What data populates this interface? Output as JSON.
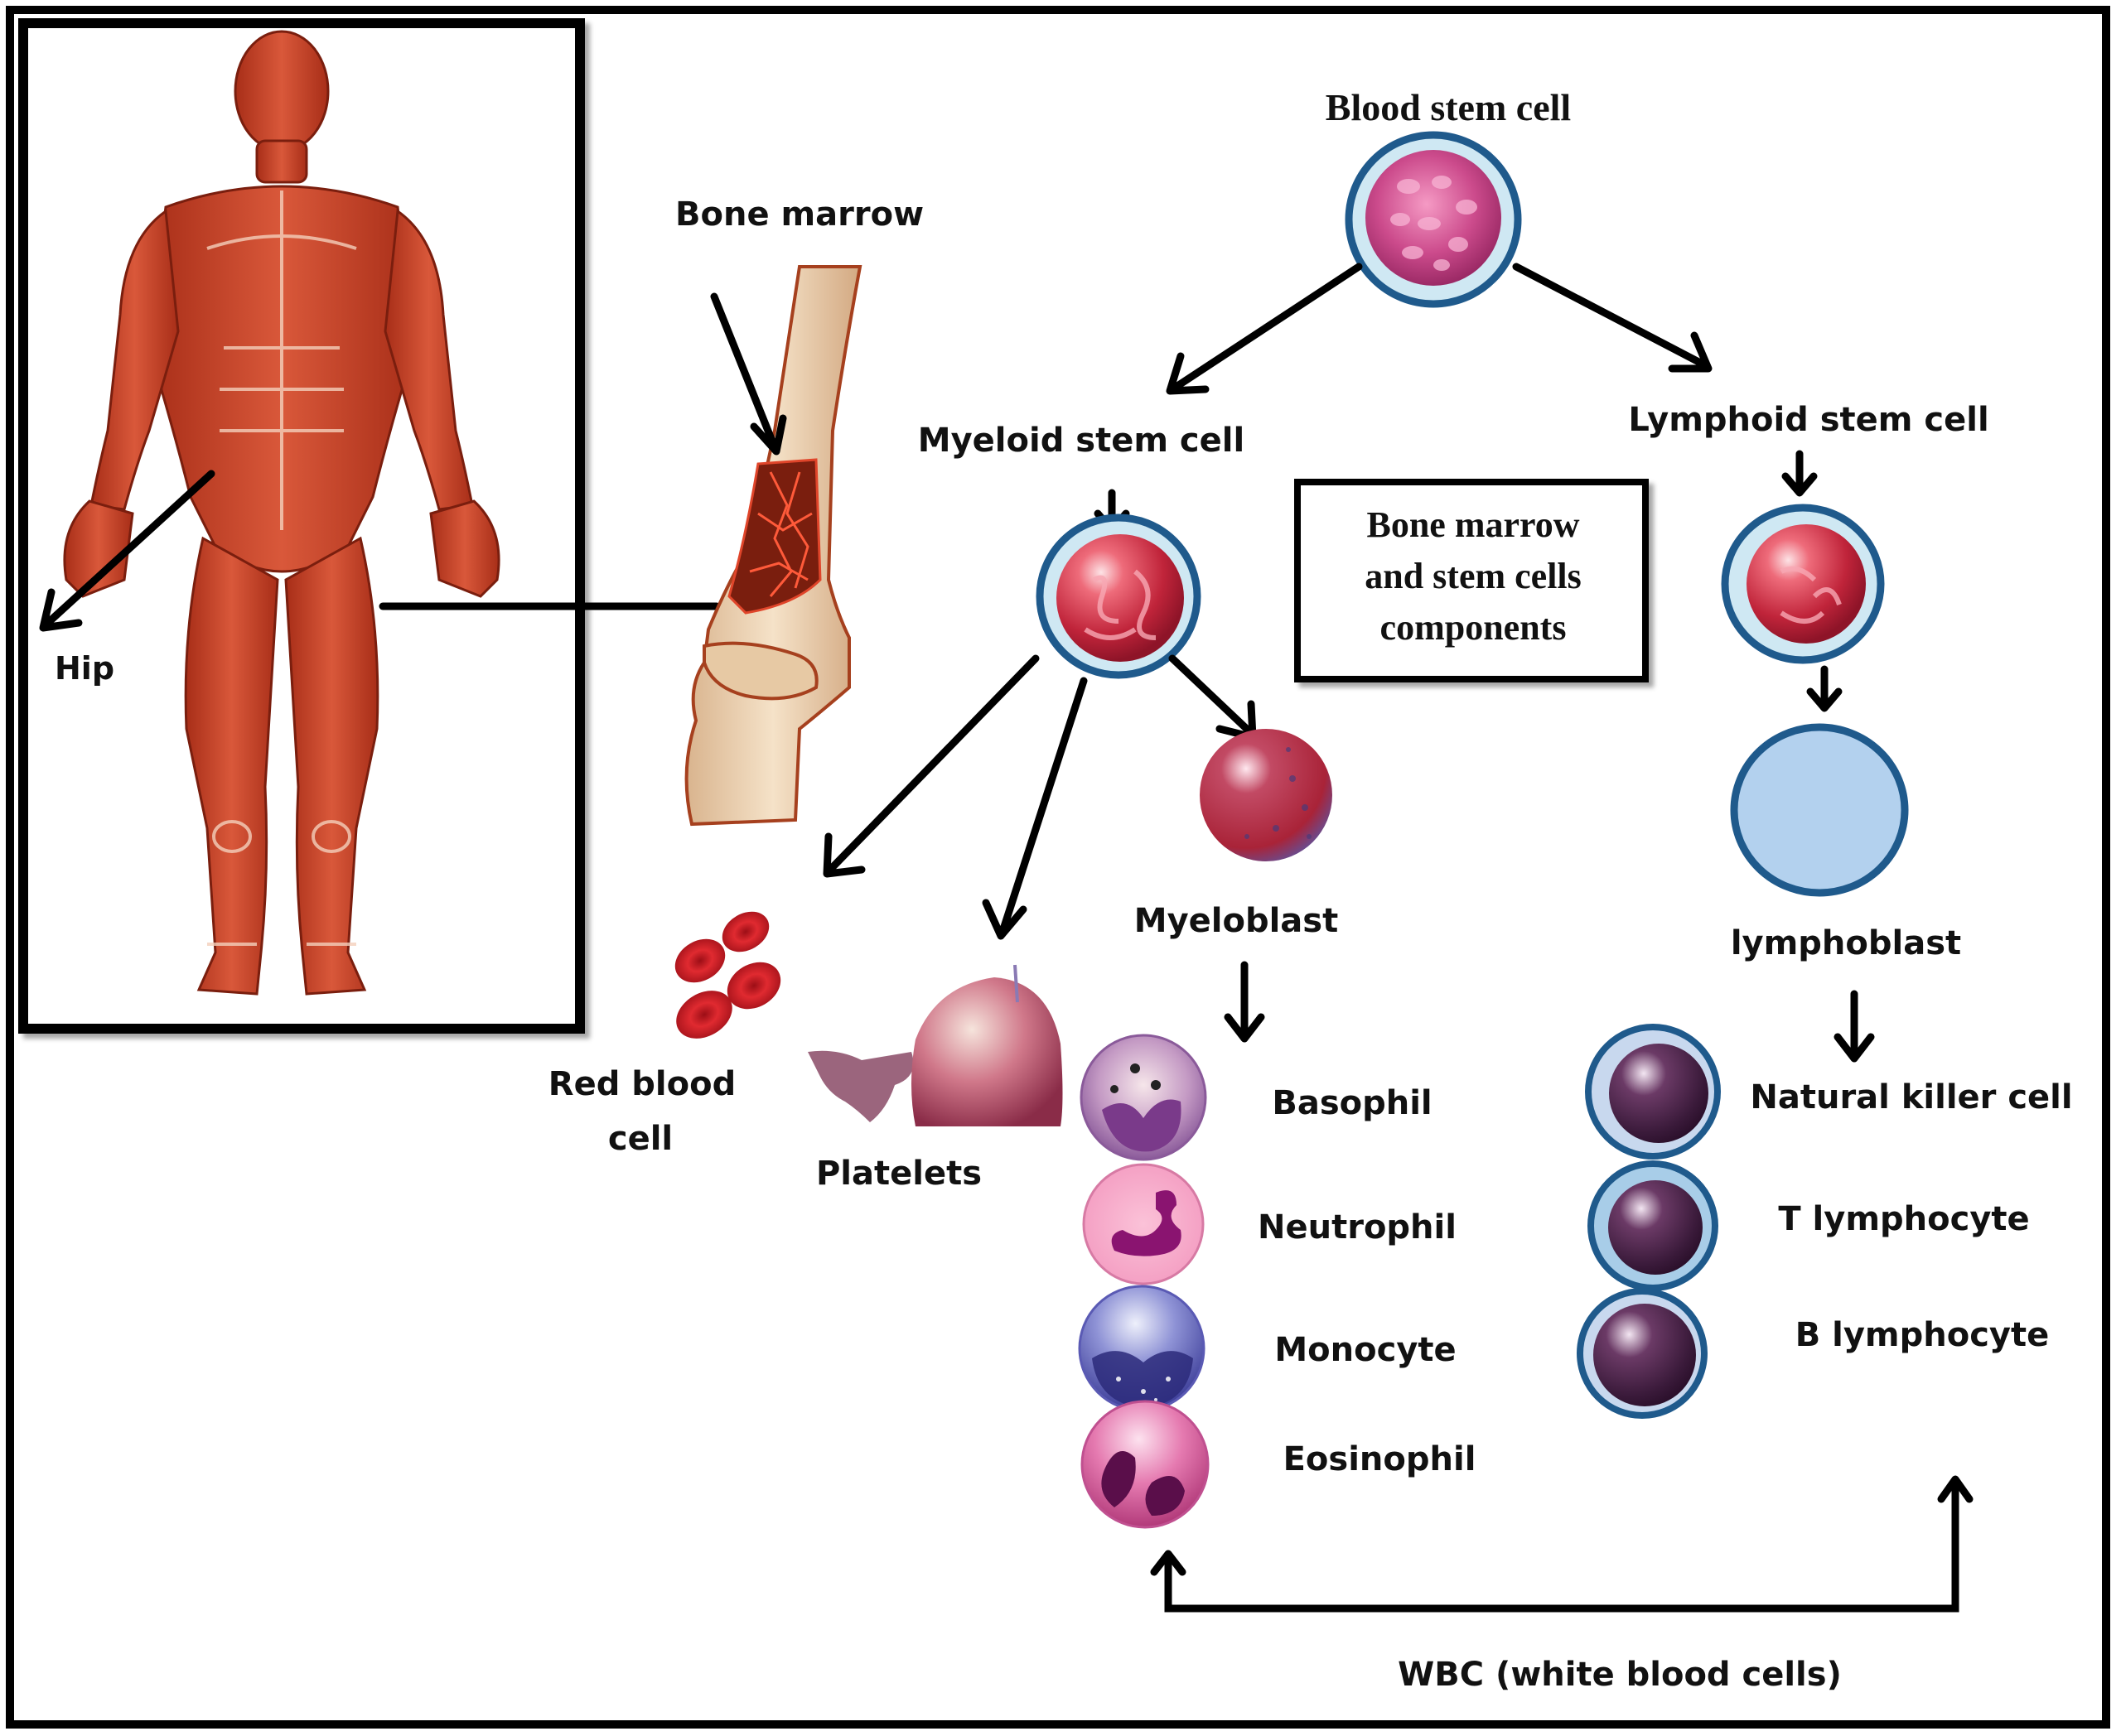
{
  "diagram": {
    "title_box": {
      "lines": [
        "Bone marrow",
        "and stem cells",
        "components"
      ]
    },
    "labels": {
      "hip": "Hip",
      "bone_marrow": "Bone marrow",
      "blood_stem_cell": "Blood stem cell",
      "myeloid_stem_cell": "Myeloid stem cell",
      "lymphoid_stem_cell": "Lymphoid stem cell",
      "myeloblast": "Myeloblast",
      "lymphoblast": "lymphoblast",
      "red_blood_cell_line1": "Red blood",
      "red_blood_cell_line2": "cell",
      "platelets": "Platelets",
      "basophil": "Basophil",
      "neutrophil": "Neutrophil",
      "monocyte": "Monocyte",
      "eosinophil": "Eosinophil",
      "natural_killer_cell": "Natural killer cell",
      "t_lymphocyte": "T lymphocyte",
      "b_lymphocyte": "B lymphocyte",
      "wbc": "WBC (white blood cells)"
    },
    "colors": {
      "cell_ring": "#1f5a8c",
      "cell_ring_inner": "#cfe8f3",
      "stem_pink": "#c0417e",
      "myeloid_red": "#c0243a",
      "lymphoblast_fill": "#b3d1ee",
      "muscle": "#c9452a",
      "bone": "#ecd2b2",
      "marrow": "#7a1e0e"
    }
  }
}
